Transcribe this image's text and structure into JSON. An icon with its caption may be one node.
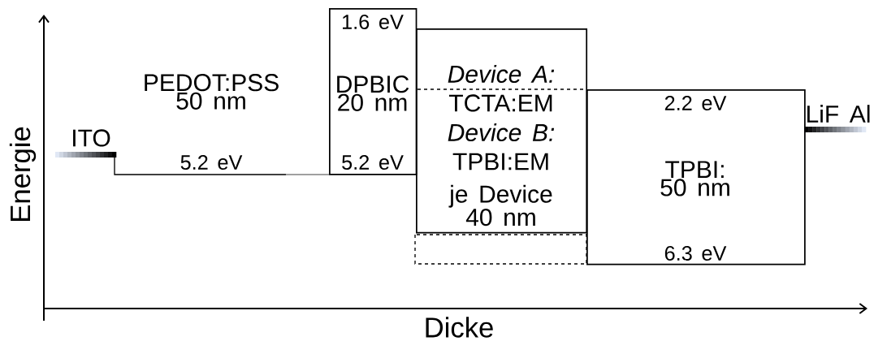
{
  "diagram": {
    "nodes": [
      {
        "text": [
          "1.6 eV",
          "DPBIC 20 nm",
          "5.2 eV"
        ]
      },
      {
        "text": [
          "Device A:",
          "TCTA:EM",
          "Device B:",
          "TPBI:EM",
          "je Device 40 nm"
        ]
      },
      {
        "text": [
          "2.2 eV",
          "TPBI: 50 nm",
          "6.3 eV"
        ]
      }
    ],
    "labels": [
      "ITO",
      "PEDOT:PSS 50 nm",
      "5.2 eV",
      "LiF Al",
      "Energie",
      "Dicke"
    ]
  }
}
